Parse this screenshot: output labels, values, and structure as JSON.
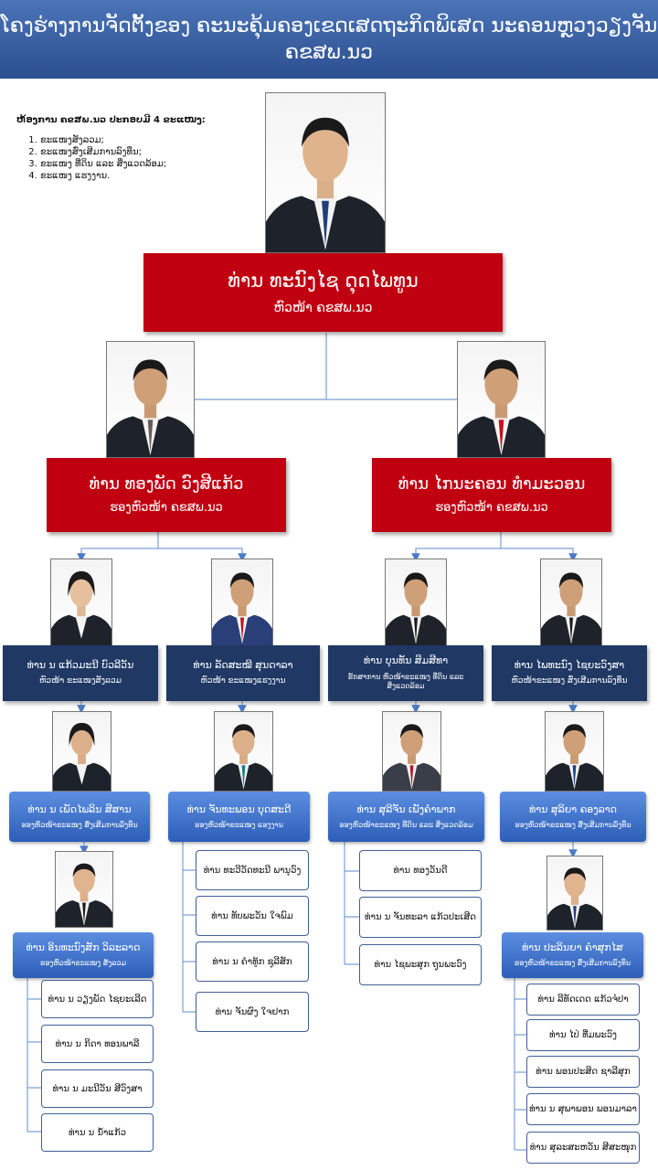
{
  "header": {
    "title_line1": "ໂຄງຮ່າງການຈັດຕັ້ງຂອງ ຄະນະຄຸ້ມຄອງເຂດເສດຖະກິດພິເສດ ນະຄອນຫຼວງວຽງຈັນ",
    "title_line2": "ຄຂສພ.ນວ"
  },
  "notes": {
    "title": "ຫ້ອງການ ຄຂສພ.ນວ ປະກອບມີ 4 ຂະແໜງ:",
    "items": [
      "ຂະແໜງສັງລວມ;",
      "ຂະແໜງສົ່ງເສີມການລົງທຶນ;",
      "ຂະແໜງ ທີ່ດິນ ແລະ ສິ່ງແວດລ້ອມ;",
      "ຂະແໜງ ແຮງງານ."
    ]
  },
  "chief": {
    "name": "ທ່ານ ທະນົງໄຊ ດຸດໄພທູນ",
    "role": "ຫົວໜ້າ ຄຂສພ.ນວ"
  },
  "deputies": [
    {
      "name": "ທ່ານ ທອງພັດ ວົງສີແກ້ວ",
      "role": "ຮອງຫົວໜ້າ ຄຂສພ.ນວ"
    },
    {
      "name": "ທ່ານ ໄກນະຄອນ ທຳມະວອນ",
      "role": "ຮອງຫົວໜ້າ ຄຂສພ.ນວ"
    }
  ],
  "heads": [
    {
      "name": "ທ່ານ ນ ແກ້ວມະນີ ບົວລີວັນ",
      "role": "ຫົວໜ້າ ຂະແໜງສັງລວມ"
    },
    {
      "name": "ທ່ານ ລັດສະໝີ ສຸນດາລາ",
      "role": "ຫົວໜ້າ ຂະແໜງແຮງງານ"
    },
    {
      "name": "ທ່ານ ບຸນທັນ ສິມສີທາ",
      "role": "ຮັກສາການ ຫົວໜ້າຂະແໜງ ທີ່ດິນ ແລະ ສິ່ງແວດລ້ອມ"
    },
    {
      "name": "ທ່ານ ໄພທະນົງ ໄຊຍະວົງສາ",
      "role": "ຫົວໜ້າຂະແໜງ ສົ່ງເສີມການລົງທຶນ"
    }
  ],
  "deputy_heads": [
    {
      "name": "ທ່ານ  ນ ເພັດໄພລິນ ສີສານ",
      "role": "ຮອງຫົວໜ້າຂະແໜງ ສົ່ງເສີມການລົງທຶນ"
    },
    {
      "name": "ທ່ານ ຈັນທະພອນ ບຸດສະດີ",
      "role": "ຮອງຫົວໜ້າຂະແໜງ ແຮງງານ"
    },
    {
      "name": "ທ່ານ ສຸລີຈັນ ເພັງຄຳພາກ",
      "role": "ຮອງຫົວໜ້າຂະແໜງ ທີ່ດິນ ແລະ ສິ່ງແວດລ້ອມ"
    },
    {
      "name": "ທ່ານ ສຸລິຍາ ຄອງລາດ",
      "role": "ຮອງຫົວໜ້າຂະແໜງ ສົ່ງເສີມການລົງທຶນ"
    }
  ],
  "deputy_heads_2": [
    {
      "name": "ທ່ານ ອິນທະນົງສັກ ວິລະລາດ",
      "role": "ຮອງຫົວໜ້າຂະແໜງ ສັງລວມ"
    },
    {
      "name": "ທ່ານ ປະລິນຍາ ຄຳສຸກໄສ",
      "role": "ຮອງຫົວໜ້າຂະແໜງ ສົ່ງເສີມການລົງທຶນ"
    }
  ],
  "staff": {
    "col1": [
      "ທ່ານ ນ ວຽງພັດ ໄຊຍະເລີດ",
      "ທ່ານ ນ ກິດາ  ທອນພາລີ",
      "ທ່ານ ນ ມະນີວັນ ສີວົງສາ",
      "ທ່ານ ນ ນ້ຳແກ້ວ"
    ],
    "col2": [
      "ທ່ານ ທະວີວັດທະນີ ພານຸວົງ",
      "ທ່ານ ທັບພະວັນ ໃຈພົມ",
      "ທ່ານ ນ ຄຳທູ້ກ ຊຸລີສັກ",
      "ທ່ານ ຈັນຜົງ ໃຈຢາກ"
    ],
    "col3": [
      "ທ່ານ ທອງວັນດີ",
      "ທ່ານ ນ ຈັນທະລາ ແກ້ວປະເສີດ",
      "ທ່ານ ໄຊພະສຸກ ຖຸນພະວົງ"
    ],
    "col4": [
      "ທ່ານ ລີທັດເດດ ແກ້ວຈໍປາ",
      "ທ່ານ ໄປ່ ທີ່ມພະວົງ",
      "ທ່ານ ພອນປະສິດ ຊາລີສຸກ",
      "ທ່ານ ນ ສຸພາພອນ ພອນມາລາ",
      "ທ່ານ ສຸລະສະຫວັນ ສີສະໜຸກ"
    ]
  }
}
